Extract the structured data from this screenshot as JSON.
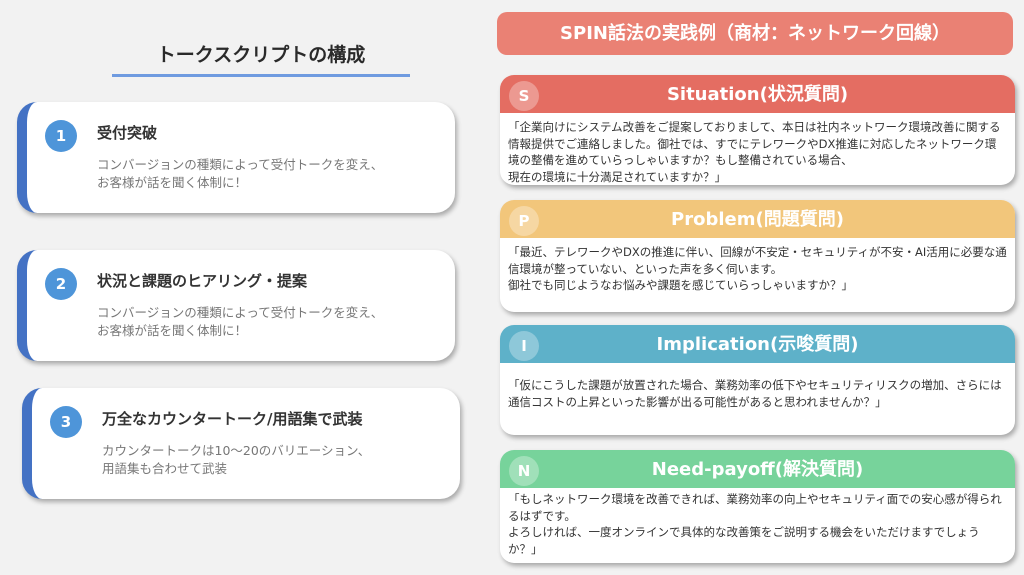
{
  "left": {
    "title": "トークスクリプトの構成",
    "cards": [
      {
        "num": "1",
        "title": "受付突破",
        "desc": "コンバージョンの種類によって受付トークを変え、\nお客様が話を聞く体制に！"
      },
      {
        "num": "2",
        "title": "状況と課題のヒアリング・提案",
        "desc": "コンバージョンの種類によって受付トークを変え、\nお客様が話を聞く体制に！"
      },
      {
        "num": "3",
        "title": "万全なカウンタートーク/用語集で武装",
        "desc": "カウンタートークは10〜20のバリエーション、\n用語集も合わせて武装"
      }
    ]
  },
  "right": {
    "title": "SPIN話法の実践例（商材：ネットワーク回線）",
    "sections": [
      {
        "letter": "S",
        "title": "Situation(状況質問)",
        "color": "#e46d62",
        "body": "「企業向けにシステム改善をご提案しておりまして、本日は社内ネットワーク環境改善に関する情報提供でご連絡しました。御社では、すでにテレワークやDX推進に対応したネットワーク環境の整備を進めていらっしゃいますか？もし整備されている場合、\n現在の環境に十分満足されていますか？」"
      },
      {
        "letter": "P",
        "title": "Problem(問題質問)",
        "color": "#f2c67b",
        "body": "「最近、テレワークやDXの推進に伴い、回線が不安定・セキュリティが不安・AI活用に必要な通信環境が整っていない、といった声を多く伺います。\n御社でも同じようなお悩みや課題を感じていらっしゃいますか？」"
      },
      {
        "letter": "I",
        "title": "Implication(示唆質問)",
        "color": "#5eb1c9",
        "body": "「仮にこうした課題が放置された場合、業務効率の低下やセキュリティリスクの増加、さらには通信コストの上昇といった影響が出る可能性があると思われませんか？」"
      },
      {
        "letter": "N",
        "title": "Need-payoff(解決質問)",
        "color": "#77d39b",
        "body": "「もしネットワーク環境を改善できれば、業務効率の向上やセキュリティ面での安心感が得られるはずです。\nよろしければ、一度オンラインで具体的な改善策をご説明する機会をいただけますでしょうか？」"
      }
    ]
  }
}
